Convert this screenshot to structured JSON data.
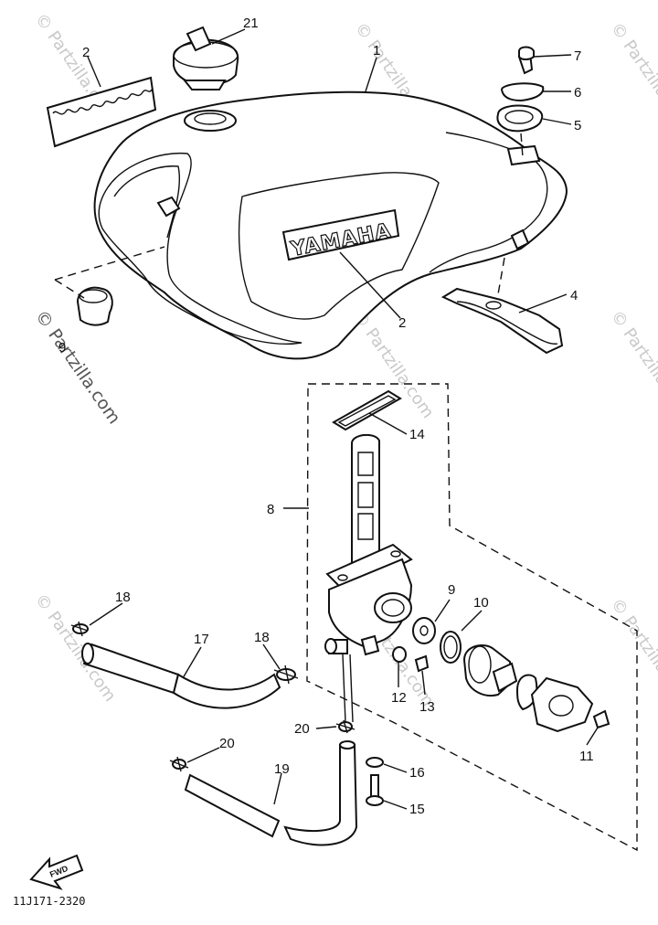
{
  "diagram": {
    "callouts": [
      "21",
      "2",
      "1",
      "7",
      "6",
      "5",
      "4",
      "2",
      "9",
      "14",
      "8",
      "9",
      "10",
      "18",
      "17",
      "18",
      "12",
      "13",
      "11",
      "20",
      "20",
      "16",
      "19",
      "15"
    ],
    "tank_brand": "YAMAHA",
    "fwd_label": "FWD",
    "drawing_code": "11J171-2320",
    "watermarks": [
      "© Partzilla.com",
      "© Partzilla.com",
      "© Partzilla.com",
      "© Partzilla.com",
      "© Partzilla.com",
      "© Partzilla.com",
      "© Partzilla.com",
      "© Partzilla.com",
      "© Partzilla.com"
    ]
  }
}
